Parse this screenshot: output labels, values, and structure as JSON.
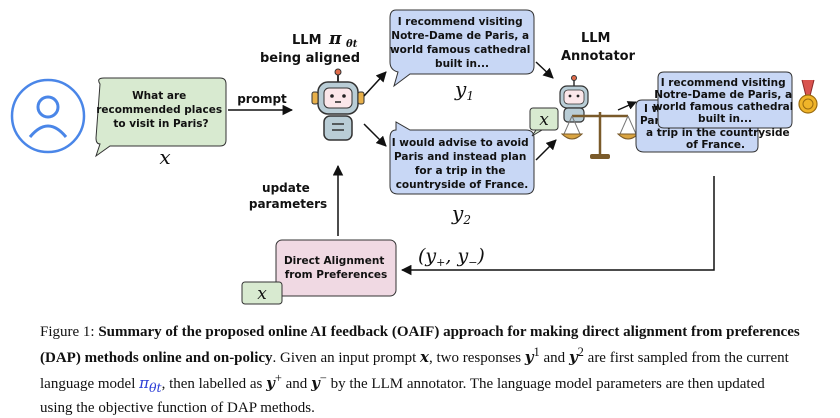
{
  "diagram": {
    "user_question": [
      "What are",
      "recommended places",
      "to visit in Paris?"
    ],
    "x_symbol": "x",
    "prompt_label": "prompt",
    "llm_title_prefix": "LLM",
    "llm_pi": "π",
    "llm_theta": "θt",
    "llm_title_suffix": "being aligned",
    "response1": [
      "I recommend visiting",
      "Notre-Dame de Paris, a",
      "world famous cathedral",
      "built in..."
    ],
    "y1": "y",
    "y1_sub": "1",
    "response2": [
      "I would advise to avoid",
      "Paris and instead plan",
      "for a trip in the",
      "countryside of France."
    ],
    "y2": "y",
    "y2_sub": "2",
    "annotator_title": [
      "LLM",
      "Annotator"
    ],
    "annotator_front": [
      "I recommend visiting",
      "Notre-Dame de Paris, a",
      "world famous cathedral",
      "built in..."
    ],
    "annotator_back": [
      "I w",
      "Par",
      "a trip in the countryside",
      "of France."
    ],
    "pair_label": "(y+, y−)",
    "dap_box": [
      "Direct Alignment",
      "from Preferences"
    ],
    "update_label": [
      "update",
      "parameters"
    ],
    "colors": {
      "green_bubble": "#d8ead0",
      "blue_bubble": "#c8d7f5",
      "pink_box": "#f0d9e3",
      "robot_body": "#b9cdd6",
      "user_icon": "#4a86e8"
    },
    "icons": [
      "user-icon",
      "robot-icon",
      "scales-icon",
      "medal-icon"
    ]
  },
  "caption": {
    "label": "Figure 1: ",
    "bold": "Summary of the proposed online AI feedback (OAIF) approach for making direct alignment from preferences (DAP) methods online and on-policy",
    "t1": ". Given an input prompt ",
    "x": "x",
    "t2": ", two responses ",
    "y": "y",
    "sup1": "1",
    "t3": " and ",
    "sup2": "2",
    "t4": " are first sampled from the current language model ",
    "pi": "π",
    "pi_sub": "θt",
    "t5": ", then labelled as ",
    "plus": "+",
    "t6": " and ",
    "minus": "−",
    "t7": " by the LLM annotator. The language model parameters are then updated using the objective function of DAP methods."
  }
}
